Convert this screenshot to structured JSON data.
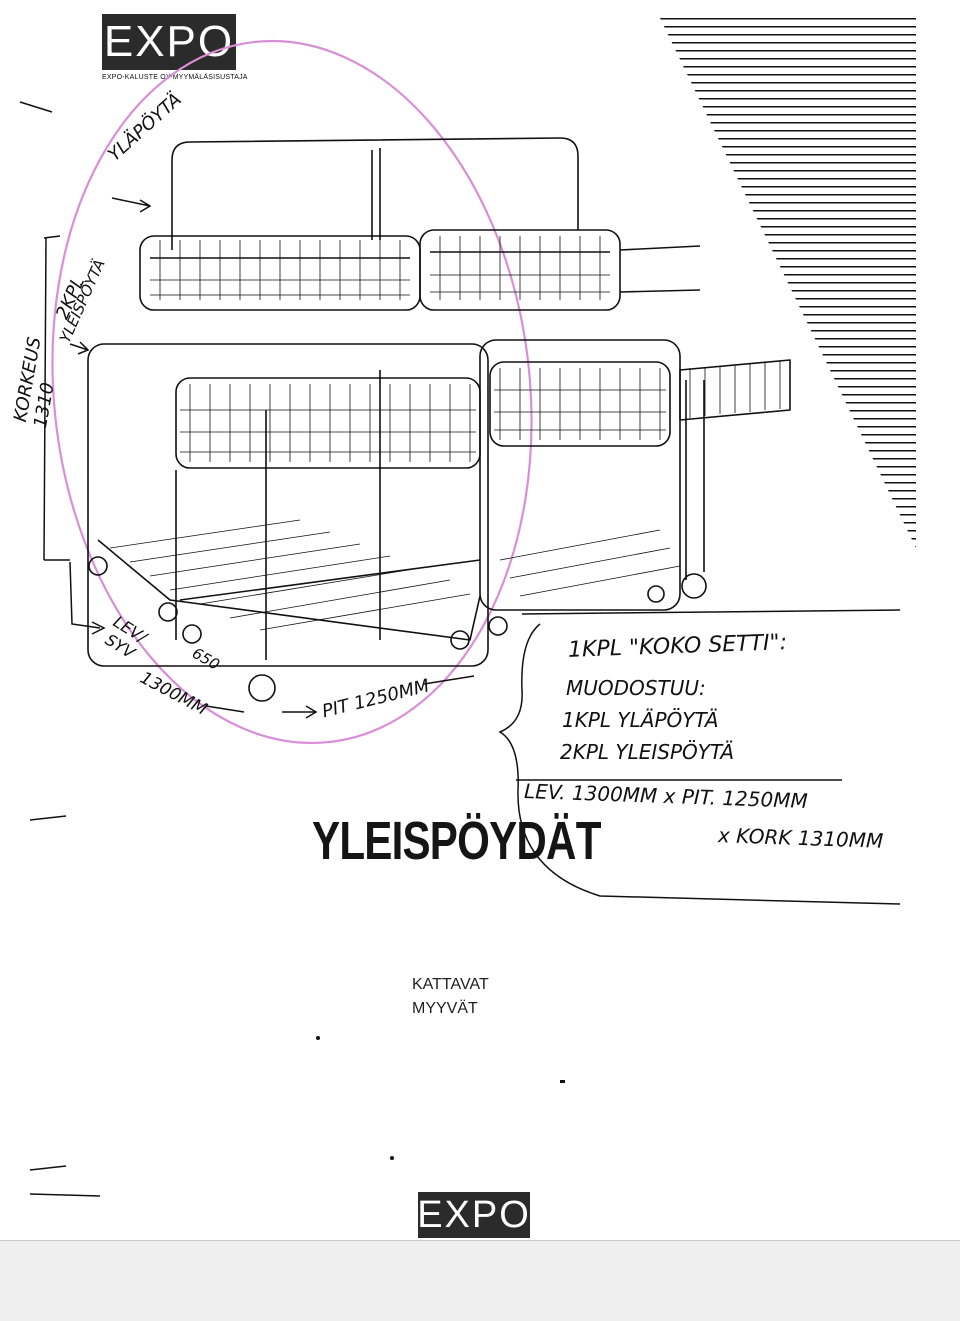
{
  "brand": {
    "logo_text": "EXPO",
    "tagline": "EXPO-KALUSTE OY-MYYMÄLÄSISUSTAJA"
  },
  "document": {
    "title": "YLEISPÖYDÄT",
    "subtitle_lines": [
      "KATTAVAT",
      "MYYVÄT"
    ]
  },
  "annotations": {
    "ylapoyta": "YLÄPÖYTÄ",
    "two_pcs": "2KPL",
    "yleispoyta": "YLEISPÖYTÄ",
    "korkeus": "KORKEUS",
    "korkeus_value": "1310",
    "lev": "LEV/",
    "syv": "SYV",
    "syv_value": "650",
    "lev_value": "1300MM",
    "pit": "PIT 1250MM"
  },
  "note": {
    "lines": [
      "1KPL \"KOKO SETTI\":",
      "MUODOSTUU:",
      "1KPL YLÄPÖYTÄ",
      "2KPL YLEISPÖYTÄ",
      "LEV. 1300MM x PIT. 1250MM",
      "x KORK 1310MM"
    ]
  },
  "colors": {
    "ink": "#111111",
    "logo_bg": "#2b2b2b",
    "highlight_circle": "#d98fd8"
  },
  "icons": [
    "arrow-icon",
    "bracket-icon",
    "circle-mark-icon"
  ]
}
